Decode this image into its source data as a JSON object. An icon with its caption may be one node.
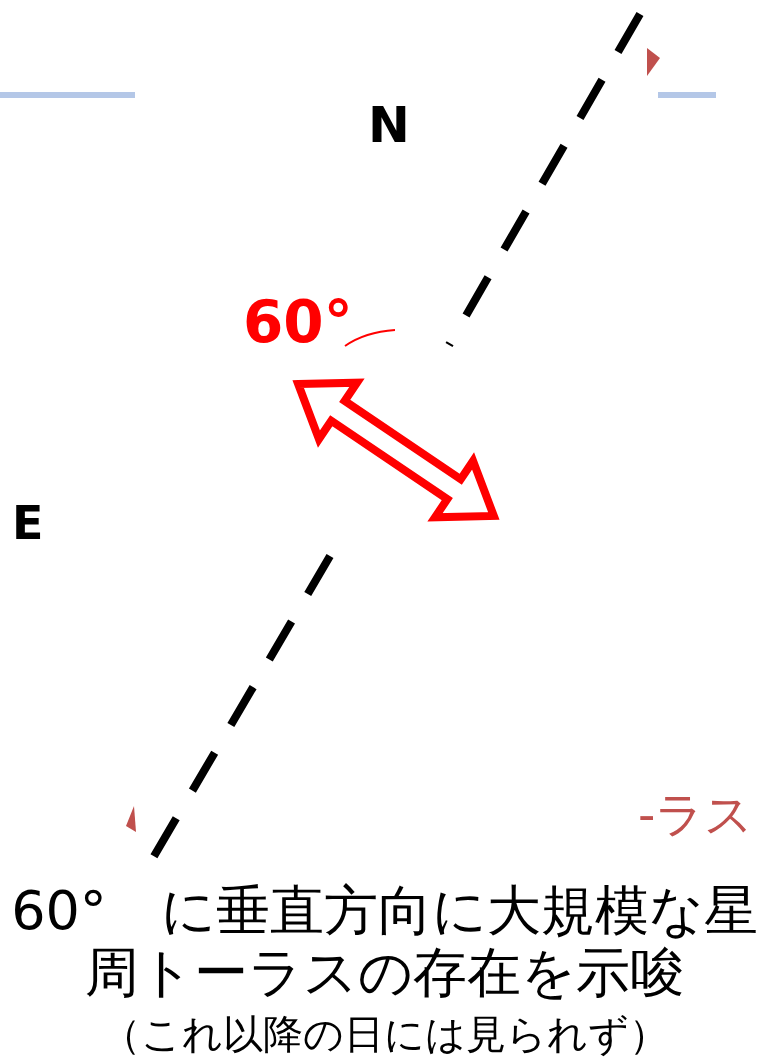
{
  "diagram": {
    "labels": [
      "N",
      "60°",
      "E",
      "-ラス",
      "60°　に垂直方向に大規模な星周トーラスの存在を示唆",
      "（これ以降の日には見られず）"
    ]
  }
}
